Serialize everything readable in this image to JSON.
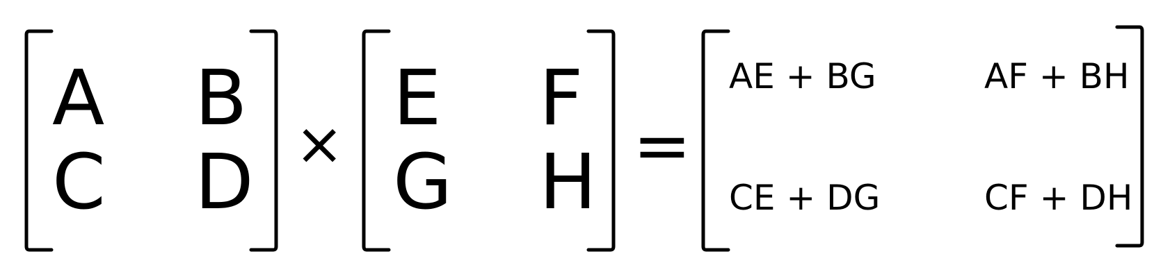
{
  "matrix_left": {
    "cells": [
      [
        "A",
        "B"
      ],
      [
        "C",
        "D"
      ]
    ]
  },
  "matrix_right": {
    "cells": [
      [
        "E",
        "F"
      ],
      [
        "G",
        "H"
      ]
    ]
  },
  "operators": {
    "multiply": "×",
    "equals": "="
  },
  "matrix_result": {
    "cells": [
      [
        "AE + BG",
        "AF + BH"
      ],
      [
        "CE + DG",
        "CF + DH"
      ]
    ]
  }
}
